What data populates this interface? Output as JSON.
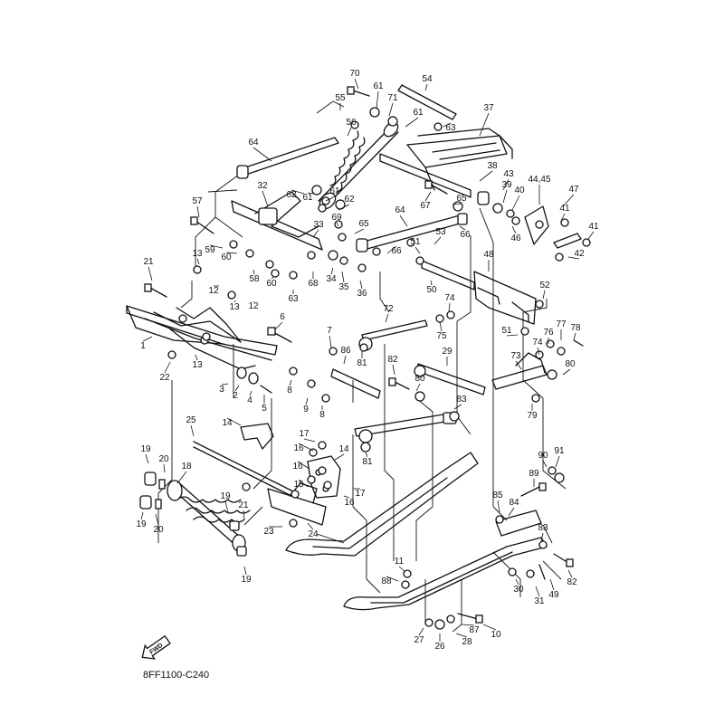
{
  "diagram": {
    "drawing_code": "8FF1100-C240",
    "direction_label": "FWD",
    "callouts": [
      {
        "label": "70"
      },
      {
        "label": "54"
      },
      {
        "label": "55"
      },
      {
        "label": "61"
      },
      {
        "label": "71"
      },
      {
        "label": "37"
      },
      {
        "label": "56"
      },
      {
        "label": "61"
      },
      {
        "label": "63"
      },
      {
        "label": "64"
      },
      {
        "label": "38"
      },
      {
        "label": "43"
      },
      {
        "label": "39"
      },
      {
        "label": "40"
      },
      {
        "label": "44,45"
      },
      {
        "label": "32"
      },
      {
        "label": "62"
      },
      {
        "label": "61"
      },
      {
        "label": "61"
      },
      {
        "label": "62"
      },
      {
        "label": "67"
      },
      {
        "label": "65"
      },
      {
        "label": "57"
      },
      {
        "label": "69"
      },
      {
        "label": "64"
      },
      {
        "label": "47"
      },
      {
        "label": "41"
      },
      {
        "label": "41"
      },
      {
        "label": "33"
      },
      {
        "label": "65"
      },
      {
        "label": "66"
      },
      {
        "label": "46"
      },
      {
        "label": "59"
      },
      {
        "label": "60"
      },
      {
        "label": "51"
      },
      {
        "label": "53"
      },
      {
        "label": "66"
      },
      {
        "label": "42"
      },
      {
        "label": "21"
      },
      {
        "label": "13"
      },
      {
        "label": "58"
      },
      {
        "label": "60"
      },
      {
        "label": "68"
      },
      {
        "label": "34"
      },
      {
        "label": "35"
      },
      {
        "label": "36"
      },
      {
        "label": "48"
      },
      {
        "label": "12"
      },
      {
        "label": "63"
      },
      {
        "label": "50"
      },
      {
        "label": "52"
      },
      {
        "label": "74"
      },
      {
        "label": "13"
      },
      {
        "label": "12"
      },
      {
        "label": "72"
      },
      {
        "label": "6"
      },
      {
        "label": "75"
      },
      {
        "label": "77"
      },
      {
        "label": "78"
      },
      {
        "label": "1"
      },
      {
        "label": "7"
      },
      {
        "label": "51"
      },
      {
        "label": "76"
      },
      {
        "label": "86"
      },
      {
        "label": "29"
      },
      {
        "label": "74"
      },
      {
        "label": "81"
      },
      {
        "label": "13"
      },
      {
        "label": "73"
      },
      {
        "label": "80"
      },
      {
        "label": "22"
      },
      {
        "label": "82"
      },
      {
        "label": "80"
      },
      {
        "label": "3"
      },
      {
        "label": "2"
      },
      {
        "label": "4"
      },
      {
        "label": "5"
      },
      {
        "label": "8"
      },
      {
        "label": "9"
      },
      {
        "label": "8"
      },
      {
        "label": "83"
      },
      {
        "label": "79"
      },
      {
        "label": "25"
      },
      {
        "label": "14"
      },
      {
        "label": "17"
      },
      {
        "label": "16"
      },
      {
        "label": "14"
      },
      {
        "label": "81"
      },
      {
        "label": "91"
      },
      {
        "label": "90"
      },
      {
        "label": "19"
      },
      {
        "label": "20"
      },
      {
        "label": "18"
      },
      {
        "label": "16"
      },
      {
        "label": "15"
      },
      {
        "label": "17"
      },
      {
        "label": "89"
      },
      {
        "label": "16"
      },
      {
        "label": "85"
      },
      {
        "label": "84"
      },
      {
        "label": "19"
      },
      {
        "label": "21"
      },
      {
        "label": "83"
      },
      {
        "label": "19"
      },
      {
        "label": "20"
      },
      {
        "label": "23"
      },
      {
        "label": "24"
      },
      {
        "label": "19"
      },
      {
        "label": "11"
      },
      {
        "label": "88"
      },
      {
        "label": "30"
      },
      {
        "label": "31"
      },
      {
        "label": "49"
      },
      {
        "label": "82"
      },
      {
        "label": "27"
      },
      {
        "label": "26"
      },
      {
        "label": "87"
      },
      {
        "label": "28"
      },
      {
        "label": "10"
      }
    ]
  }
}
